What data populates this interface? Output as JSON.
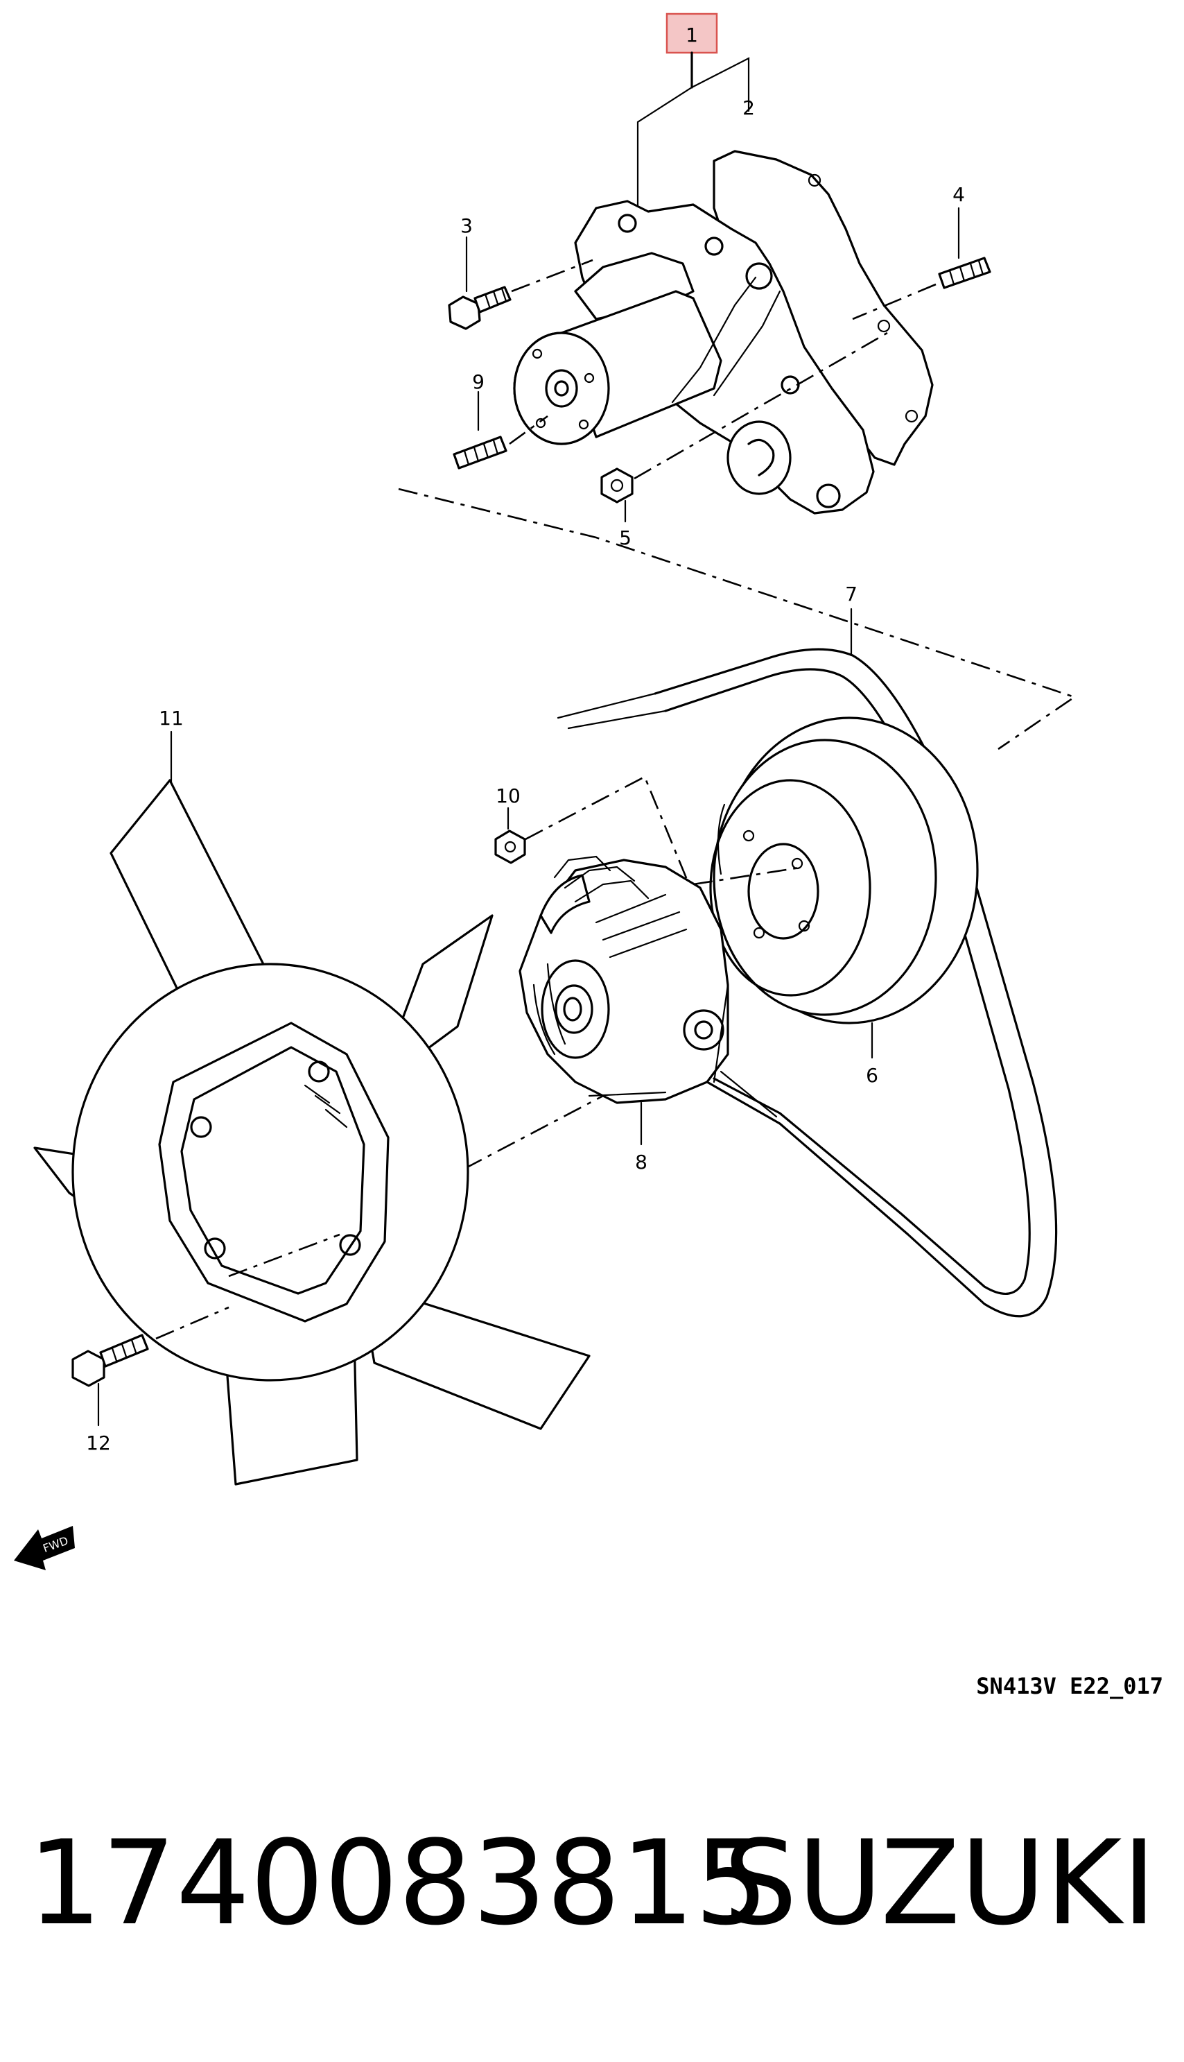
{
  "diagram": {
    "callouts": {
      "c1": "1",
      "c2": "2",
      "c3": "3",
      "c4": "4",
      "c5": "5",
      "c6": "6",
      "c7": "7",
      "c8": "8",
      "c9": "9",
      "c10": "10",
      "c11": "11",
      "c12": "12"
    },
    "highlight_color": "#f4c6c6",
    "highlight_border": "#d9534f",
    "fwd_label": "FWD",
    "drawing_code": "SN413V  E22_017"
  },
  "footer": {
    "part_number": "1740083815",
    "brand": "SUZUKI"
  }
}
